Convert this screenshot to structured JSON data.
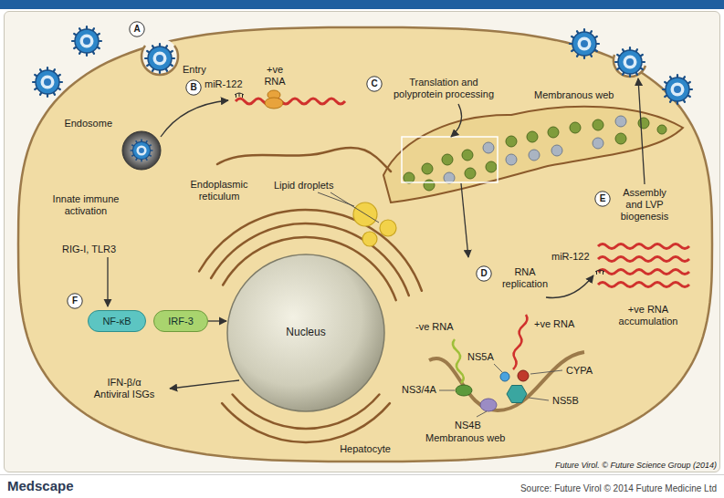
{
  "diagram": {
    "nodes": [
      {
        "text": [
          "A"
        ]
      },
      {
        "text": [
          "Hepatocyte"
        ]
      },
      {
        "text": [
          "B"
        ],
        "in": 1
      },
      {
        "text": [
          "C"
        ],
        "in": 1
      },
      {
        "text": [
          "Endosome"
        ],
        "in": 1
      },
      {
        "text": [
          "E"
        ],
        "in": 1
      },
      {
        "text": [
          "D"
        ],
        "in": 1
      },
      {
        "text": [
          "F"
        ],
        "in": 1
      },
      {
        "text": [
          "NF-κB"
        ],
        "in": 1
      },
      {
        "text": [
          "IRF-3"
        ],
        "in": 1
      },
      {
        "text": [
          "Nucleus"
        ],
        "in": 1
      }
    ],
    "edges": [
      {
        "from": 9,
        "to": 10,
        "arrow": "to"
      }
    ],
    "labels": [
      "Entry",
      "miR-122",
      "+ve RNA",
      "Translation and polyprotein processing",
      "Lipid droplets",
      "Membranous web",
      "Innate immune activation",
      "Endoplasmic reticulum",
      "RIG-I, TLR3",
      "IFN-β/α Antiviral ISGs",
      "RNA replication",
      "miR-122",
      "-ve RNA",
      "+ve RNA",
      "NS5A",
      "CYPA",
      "NS5B",
      "NS3/4A",
      "NS4B",
      "Membranous web",
      "Assembly and LVP biogenesis",
      "+ve RNA accumulation",
      "Future Virol. © Future Science Group (2014)",
      "Medscape",
      "Source: Future Virol © 2014 Future Medicine Ltd"
    ]
  }
}
